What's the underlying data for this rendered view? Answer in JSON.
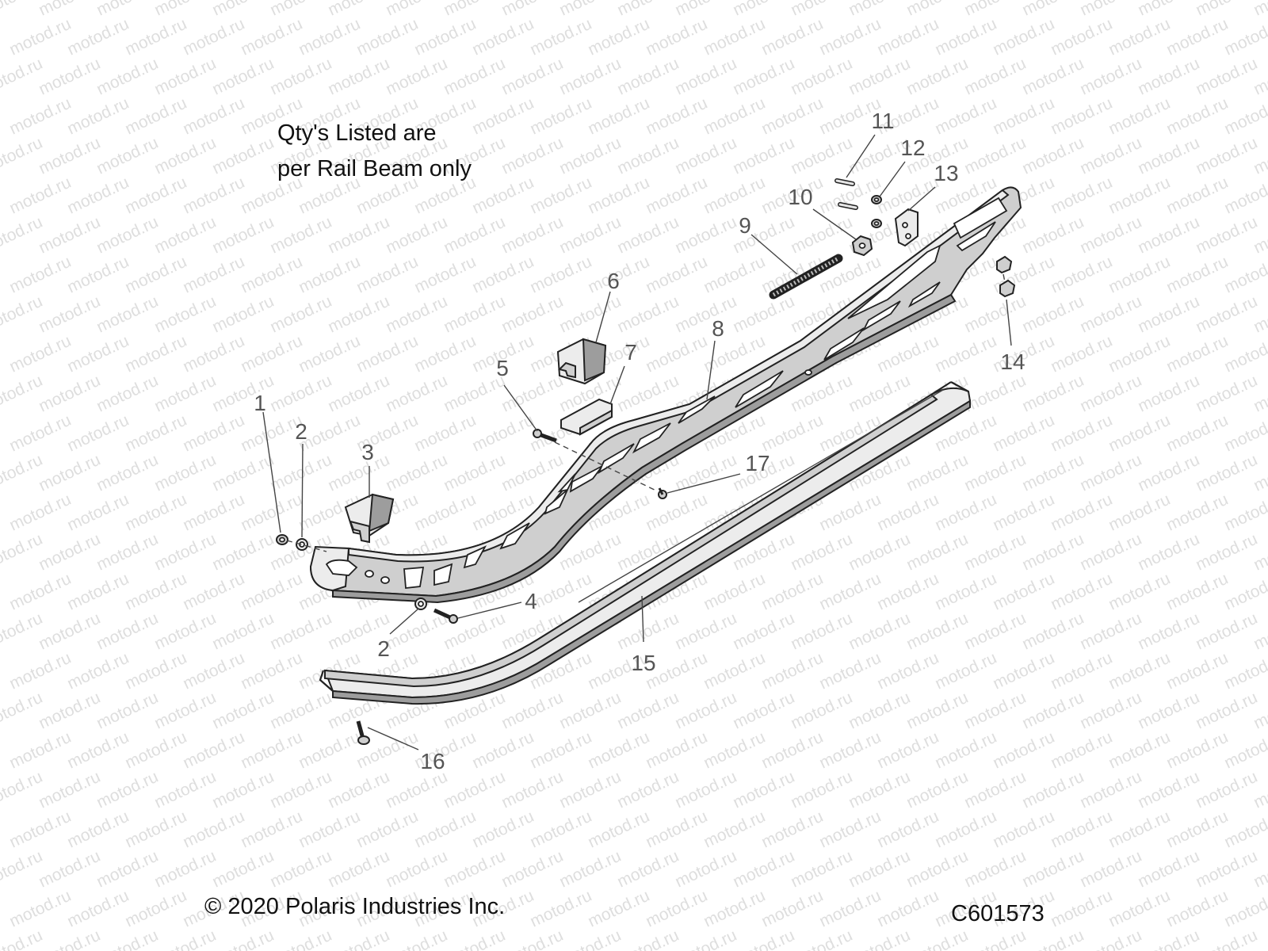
{
  "note": {
    "line1": "Qty's Listed are",
    "line2": "per Rail Beam only"
  },
  "copyright": "© 2020 Polaris Industries Inc.",
  "figure_code": "C601573",
  "watermark": "motod.ru",
  "callouts": [
    "1",
    "2",
    "3",
    "4",
    "2",
    "5",
    "6",
    "7",
    "8",
    "9",
    "10",
    "11",
    "12",
    "13",
    "14",
    "15",
    "16",
    "17"
  ],
  "colors": {
    "part_fill": "#cfcfcf",
    "part_shade": "#9d9d9d",
    "outline": "#222222",
    "callout": "#555555",
    "watermark": "#dedede"
  }
}
